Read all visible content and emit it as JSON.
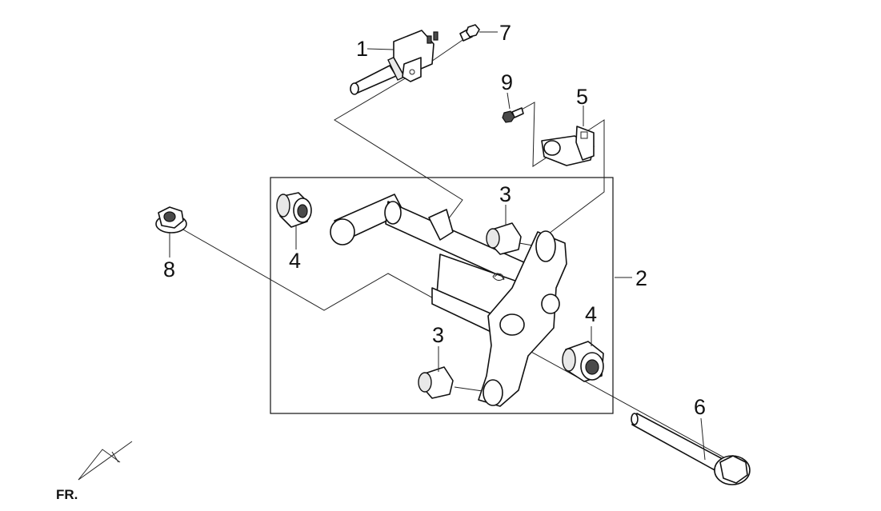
{
  "callouts": {
    "c1": "1",
    "c2": "2",
    "c3a": "3",
    "c3b": "3",
    "c4a": "4",
    "c4b": "4",
    "c5": "5",
    "c6": "6",
    "c7": "7",
    "c8": "8",
    "c9": "9"
  },
  "direction": {
    "label": "FR."
  }
}
